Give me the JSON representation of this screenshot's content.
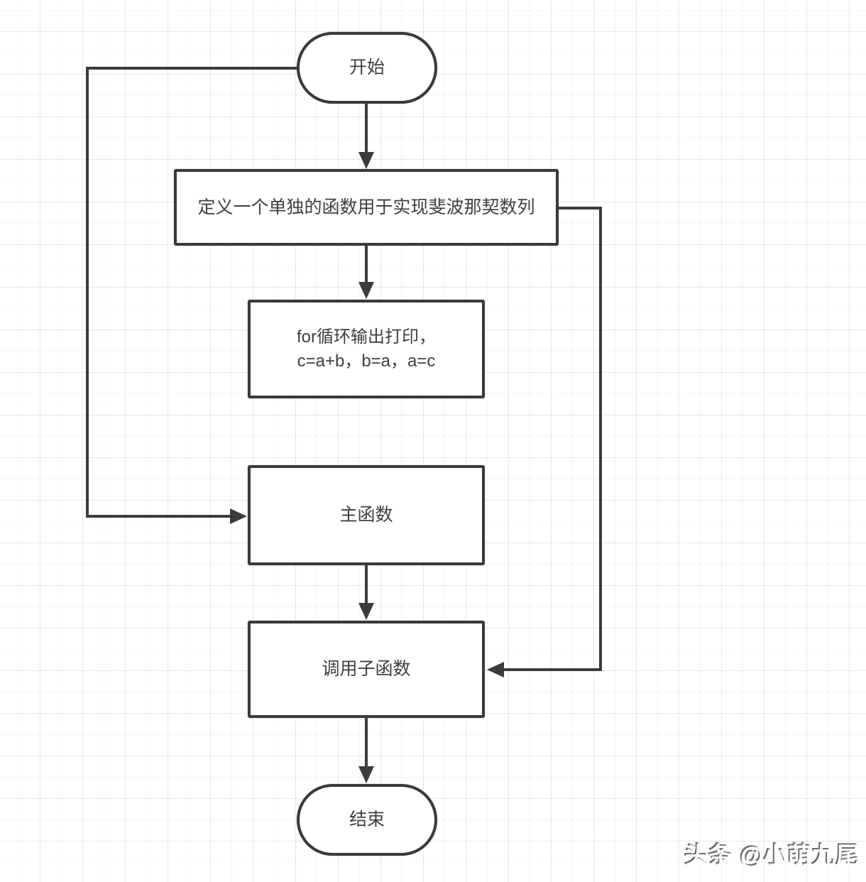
{
  "diagram": {
    "title": "fibonacci-flowchart",
    "nodes": {
      "start": {
        "shape": "stadium",
        "label": "开始"
      },
      "define": {
        "shape": "rect",
        "label": "定义一个单独的函数用于实现斐波那契数列"
      },
      "forloop": {
        "shape": "rect",
        "lines": [
          "for循环输出打印，",
          "c=a+b，b=a，a=c"
        ]
      },
      "main": {
        "shape": "rect",
        "label": "主函数"
      },
      "call": {
        "shape": "rect",
        "label": "调用子函数"
      },
      "end": {
        "shape": "stadium",
        "label": "结束"
      }
    },
    "edges": [
      {
        "from": "start",
        "to": "define",
        "style": "arrow",
        "route": "straight-down"
      },
      {
        "from": "define",
        "to": "forloop",
        "style": "arrow",
        "route": "straight-down"
      },
      {
        "from": "start",
        "to": "main",
        "style": "arrow",
        "route": "around-left-side"
      },
      {
        "from": "main",
        "to": "call",
        "style": "arrow",
        "route": "straight-down"
      },
      {
        "from": "define",
        "to": "call",
        "style": "arrow",
        "route": "around-right-side"
      },
      {
        "from": "call",
        "to": "end",
        "style": "arrow",
        "route": "straight-down"
      }
    ],
    "colors": {
      "stroke": "#3b3b3b",
      "node_fill": "#ffffff",
      "text": "#3f3f3f",
      "grid_line": "#ececec",
      "background": "#ffffff"
    }
  },
  "watermark": {
    "text": "头条 @小萌九尾"
  }
}
